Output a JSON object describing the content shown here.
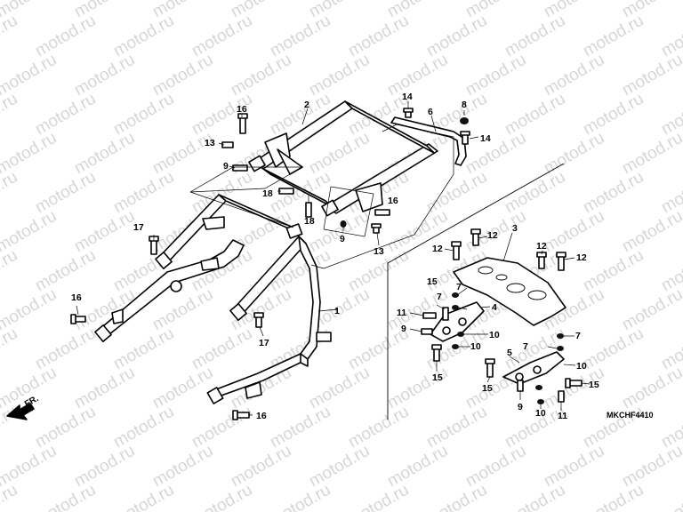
{
  "diagram": {
    "watermark_text": "motod.ru",
    "drawing_code": "MKCHF4410",
    "front_label": "FR.",
    "callouts": [
      {
        "id": "c1",
        "text": "1"
      },
      {
        "id": "c2",
        "text": "2"
      },
      {
        "id": "c3",
        "text": "3"
      },
      {
        "id": "c4",
        "text": "4"
      },
      {
        "id": "c5",
        "text": "5"
      },
      {
        "id": "c6",
        "text": "6"
      },
      {
        "id": "c7a",
        "text": "7"
      },
      {
        "id": "c7b",
        "text": "7"
      },
      {
        "id": "c7c",
        "text": "7"
      },
      {
        "id": "c7d",
        "text": "7"
      },
      {
        "id": "c8",
        "text": "8"
      },
      {
        "id": "c9a",
        "text": "9"
      },
      {
        "id": "c9b",
        "text": "9"
      },
      {
        "id": "c9c",
        "text": "9"
      },
      {
        "id": "c9d",
        "text": "9"
      },
      {
        "id": "c10a",
        "text": "10"
      },
      {
        "id": "c10b",
        "text": "10"
      },
      {
        "id": "c10c",
        "text": "10"
      },
      {
        "id": "c10d",
        "text": "10"
      },
      {
        "id": "c11a",
        "text": "11"
      },
      {
        "id": "c11b",
        "text": "11"
      },
      {
        "id": "c12a",
        "text": "12"
      },
      {
        "id": "c12b",
        "text": "12"
      },
      {
        "id": "c12c",
        "text": "12"
      },
      {
        "id": "c12d",
        "text": "12"
      },
      {
        "id": "c13a",
        "text": "13"
      },
      {
        "id": "c13b",
        "text": "13"
      },
      {
        "id": "c14a",
        "text": "14"
      },
      {
        "id": "c14b",
        "text": "14"
      },
      {
        "id": "c15a",
        "text": "15"
      },
      {
        "id": "c15b",
        "text": "15"
      },
      {
        "id": "c15c",
        "text": "15"
      },
      {
        "id": "c15d",
        "text": "15"
      },
      {
        "id": "c16a",
        "text": "16"
      },
      {
        "id": "c16b",
        "text": "16"
      },
      {
        "id": "c16c",
        "text": "16"
      },
      {
        "id": "c16d",
        "text": "16"
      },
      {
        "id": "c17a",
        "text": "17"
      },
      {
        "id": "c17b",
        "text": "17"
      },
      {
        "id": "c18a",
        "text": "18"
      },
      {
        "id": "c18b",
        "text": "18"
      }
    ]
  }
}
